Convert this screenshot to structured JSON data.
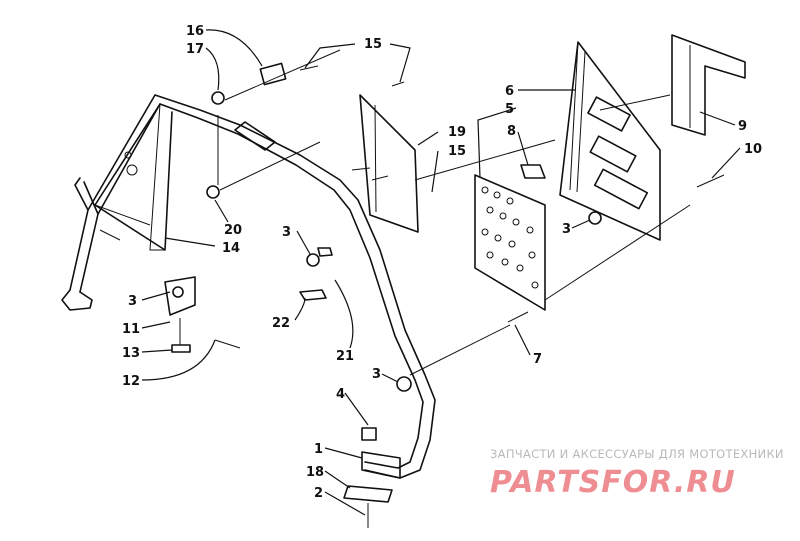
{
  "watermark": {
    "tagline": "ЗАПЧАСТИ И АКСЕССУАРЫ ДЛЯ МОТОТЕХНИКИ",
    "logo": "PARTSFOR.RU",
    "colors": {
      "tagline": "#b9b9b9",
      "logo": "#ef8e92"
    }
  },
  "callouts": [
    {
      "id": "c16",
      "label": "16"
    },
    {
      "id": "c17",
      "label": "17"
    },
    {
      "id": "c15a",
      "label": "15"
    },
    {
      "id": "c15b",
      "label": "15"
    },
    {
      "id": "c19",
      "label": "19"
    },
    {
      "id": "c20",
      "label": "20"
    },
    {
      "id": "c14",
      "label": "14"
    },
    {
      "id": "c3a",
      "label": "3"
    },
    {
      "id": "c3b",
      "label": "3"
    },
    {
      "id": "c3c",
      "label": "3"
    },
    {
      "id": "c3d",
      "label": "3"
    },
    {
      "id": "c11",
      "label": "11"
    },
    {
      "id": "c13",
      "label": "13"
    },
    {
      "id": "c12",
      "label": "12"
    },
    {
      "id": "c22",
      "label": "22"
    },
    {
      "id": "c21",
      "label": "21"
    },
    {
      "id": "c4",
      "label": "4"
    },
    {
      "id": "c1",
      "label": "1"
    },
    {
      "id": "c18",
      "label": "18"
    },
    {
      "id": "c2",
      "label": "2"
    },
    {
      "id": "c6",
      "label": "6"
    },
    {
      "id": "c5",
      "label": "5"
    },
    {
      "id": "c8",
      "label": "8"
    },
    {
      "id": "c9",
      "label": "9"
    },
    {
      "id": "c10",
      "label": "10"
    },
    {
      "id": "c7",
      "label": "7"
    }
  ]
}
